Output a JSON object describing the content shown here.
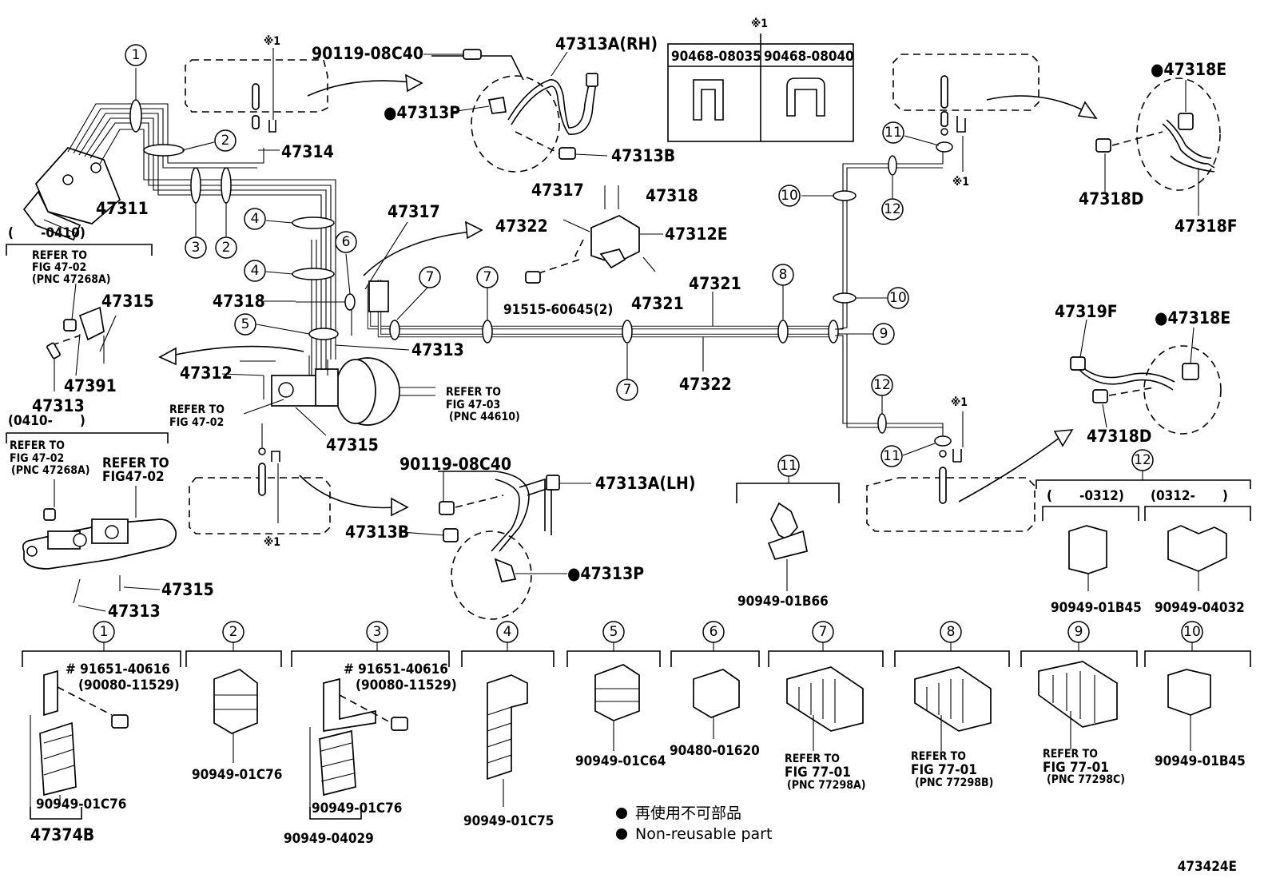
{
  "figure_id": "473424E",
  "legend": {
    "jp": "再使用不可部品",
    "en": "Non-reusable part"
  },
  "note_mark": "※1",
  "table": {
    "col1": "90468-08035",
    "col2": "90468-08040"
  },
  "labels": {
    "p47311": "47311",
    "p47314": "47314",
    "p47317": "47317",
    "p47318_top": "47318",
    "p47322_top": "47322",
    "p47312E": "47312E",
    "p47321_a": "47321",
    "p47321_b": "47321",
    "p91515": "91515-60645(2)",
    "p47318_mid": "47318",
    "p47313_mid": "47313",
    "p47312": "47312",
    "p47322_mid": "47322",
    "p47315_mid": "47315",
    "p90119_top": "90119-08C40",
    "p47313A_RH": "47313A(RH)",
    "p47313P_top": "●47313P",
    "p47313B_top": "47313B",
    "p47318E_top": "●47318E",
    "p47318D_top": "47318D",
    "p47318F": "47318F",
    "p47319F": "47319F",
    "p47318E_mid": "●47318E",
    "p47318D_mid": "47318D",
    "p90119_bot": "90119-08C40",
    "p47313A_LH": "47313A(LH)",
    "p47313B_bot": "47313B",
    "p47313P_bot": "●47313P",
    "range_top": "(　　-0410)",
    "refer_a1": "REFER TO",
    "refer_a2": "FIG 47-02",
    "refer_a3": "(PNC 47268A)",
    "p47315_left": "47315",
    "p47391": "47391",
    "p47313_left": "47313",
    "refer_b1": "REFER TO",
    "refer_b2": "FIG 47-02",
    "refer_c1": "REFER TO",
    "refer_c2": "FIG 47-03",
    "refer_c3": "(PNC 44610)",
    "range_mid": "(0410-　　)",
    "refer_d1": "REFER TO",
    "refer_d2": "FIG 47-02",
    "refer_d3": "(PNC 47268A)",
    "refer_e1": "REFER TO",
    "refer_e2": "FIG47-02",
    "p47315_bot": "47315",
    "p47313_bot": "47313",
    "p90949_01B66": "90949-01B66",
    "range_12a": "(　　-0312)",
    "range_12b": "(0312-　　)",
    "p90949_01B45_a": "90949-01B45",
    "p90949_04032": "90949-04032"
  },
  "bottom": {
    "k1_bolt": "# 91651-40616",
    "k1_bolt2": "(90080-11529)",
    "k1_clamp": "90949-01C76",
    "k1_asm": "47374B",
    "k2": "90949-01C76",
    "k3_bolt": "# 91651-40616",
    "k3_bolt2": "(90080-11529)",
    "k3_clamp": "90949-01C76",
    "k3_asm": "90949-04029",
    "k4": "90949-01C75",
    "k5": "90949-01C64",
    "k6": "90480-01620",
    "k7_1": "REFER TO",
    "k7_2": "FIG 77-01",
    "k7_3": "(PNC 77298A)",
    "k8_1": "REFER TO",
    "k8_2": "FIG 77-01",
    "k8_3": "(PNC 77298B)",
    "k9_1": "REFER TO",
    "k9_2": "FIG 77-01",
    "k9_3": "(PNC 77298C)",
    "k10": "90949-01B45"
  },
  "callouts": [
    "1",
    "2",
    "3",
    "4",
    "5",
    "6",
    "7",
    "8",
    "9",
    "10",
    "11",
    "12"
  ]
}
